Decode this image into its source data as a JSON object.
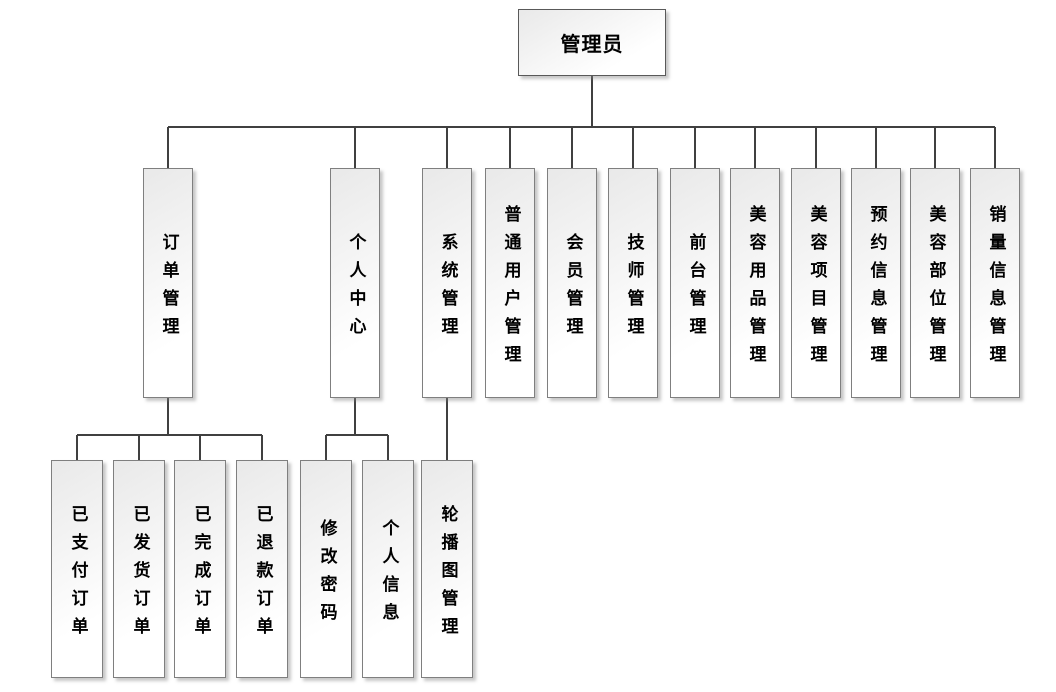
{
  "diagram": {
    "root": {
      "label": "管理员"
    },
    "level2": [
      {
        "label": "订单管理"
      },
      {
        "label": "个人中心"
      },
      {
        "label": "系统管理"
      },
      {
        "label": "普通用户管理"
      },
      {
        "label": "会员管理"
      },
      {
        "label": "技师管理"
      },
      {
        "label": "前台管理"
      },
      {
        "label": "美容用品管理"
      },
      {
        "label": "美容项目管理"
      },
      {
        "label": "预约信息管理"
      },
      {
        "label": "美容部位管理"
      },
      {
        "label": "销量信息管理"
      }
    ],
    "order_children": [
      {
        "label": "已支付订单"
      },
      {
        "label": "已发货订单"
      },
      {
        "label": "已完成订单"
      },
      {
        "label": "已退款订单"
      }
    ],
    "personal_children": [
      {
        "label": "修改密码"
      },
      {
        "label": "个人信息"
      }
    ],
    "system_children": [
      {
        "label": "轮播图管理"
      }
    ]
  },
  "colors": {
    "background": "#ffffff",
    "box_border": "#7f7f7f",
    "box_fill_start": "#e9e9e9",
    "box_fill_end": "#ffffff",
    "connector": "#404040",
    "text": "#000000"
  }
}
